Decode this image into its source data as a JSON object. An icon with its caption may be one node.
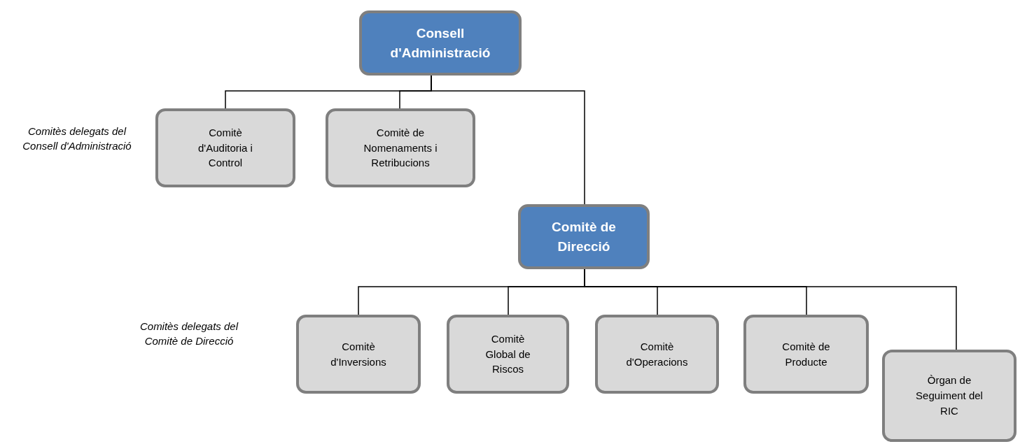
{
  "diagram": {
    "nodes": [
      {
        "text": [
          "Consell d'Administració"
        ]
      },
      {
        "text": [
          "Comitè d'Auditoria i Control"
        ]
      },
      {
        "text": [
          "Comitè de Nomenaments i Retribucions"
        ]
      },
      {
        "text": [
          "Comitè de Direcció"
        ]
      },
      {
        "text": [
          "Comitè d'Inversions"
        ]
      },
      {
        "text": [
          "Comitè Global de Riscos"
        ]
      },
      {
        "text": [
          "Comitè d'Operacions"
        ]
      },
      {
        "text": [
          "Comitè de Producte"
        ]
      },
      {
        "text": [
          "Òrgan de Seguiment del RIC"
        ]
      }
    ],
    "edges": [
      {
        "from": 0,
        "to": 1,
        "arrow": "none"
      },
      {
        "from": 0,
        "to": 2,
        "arrow": "none"
      },
      {
        "from": 0,
        "to": 3,
        "arrow": "none"
      },
      {
        "from": 3,
        "to": 4,
        "arrow": "none"
      },
      {
        "from": 3,
        "to": 5,
        "arrow": "none"
      },
      {
        "from": 3,
        "to": 6,
        "arrow": "none"
      },
      {
        "from": 3,
        "to": 7,
        "arrow": "none"
      },
      {
        "from": 3,
        "to": 8,
        "arrow": "none"
      }
    ],
    "labels": [
      "Comitès delegats del Consell d'Administració",
      "Comitès delegats del Comitè de Direcció"
    ]
  }
}
